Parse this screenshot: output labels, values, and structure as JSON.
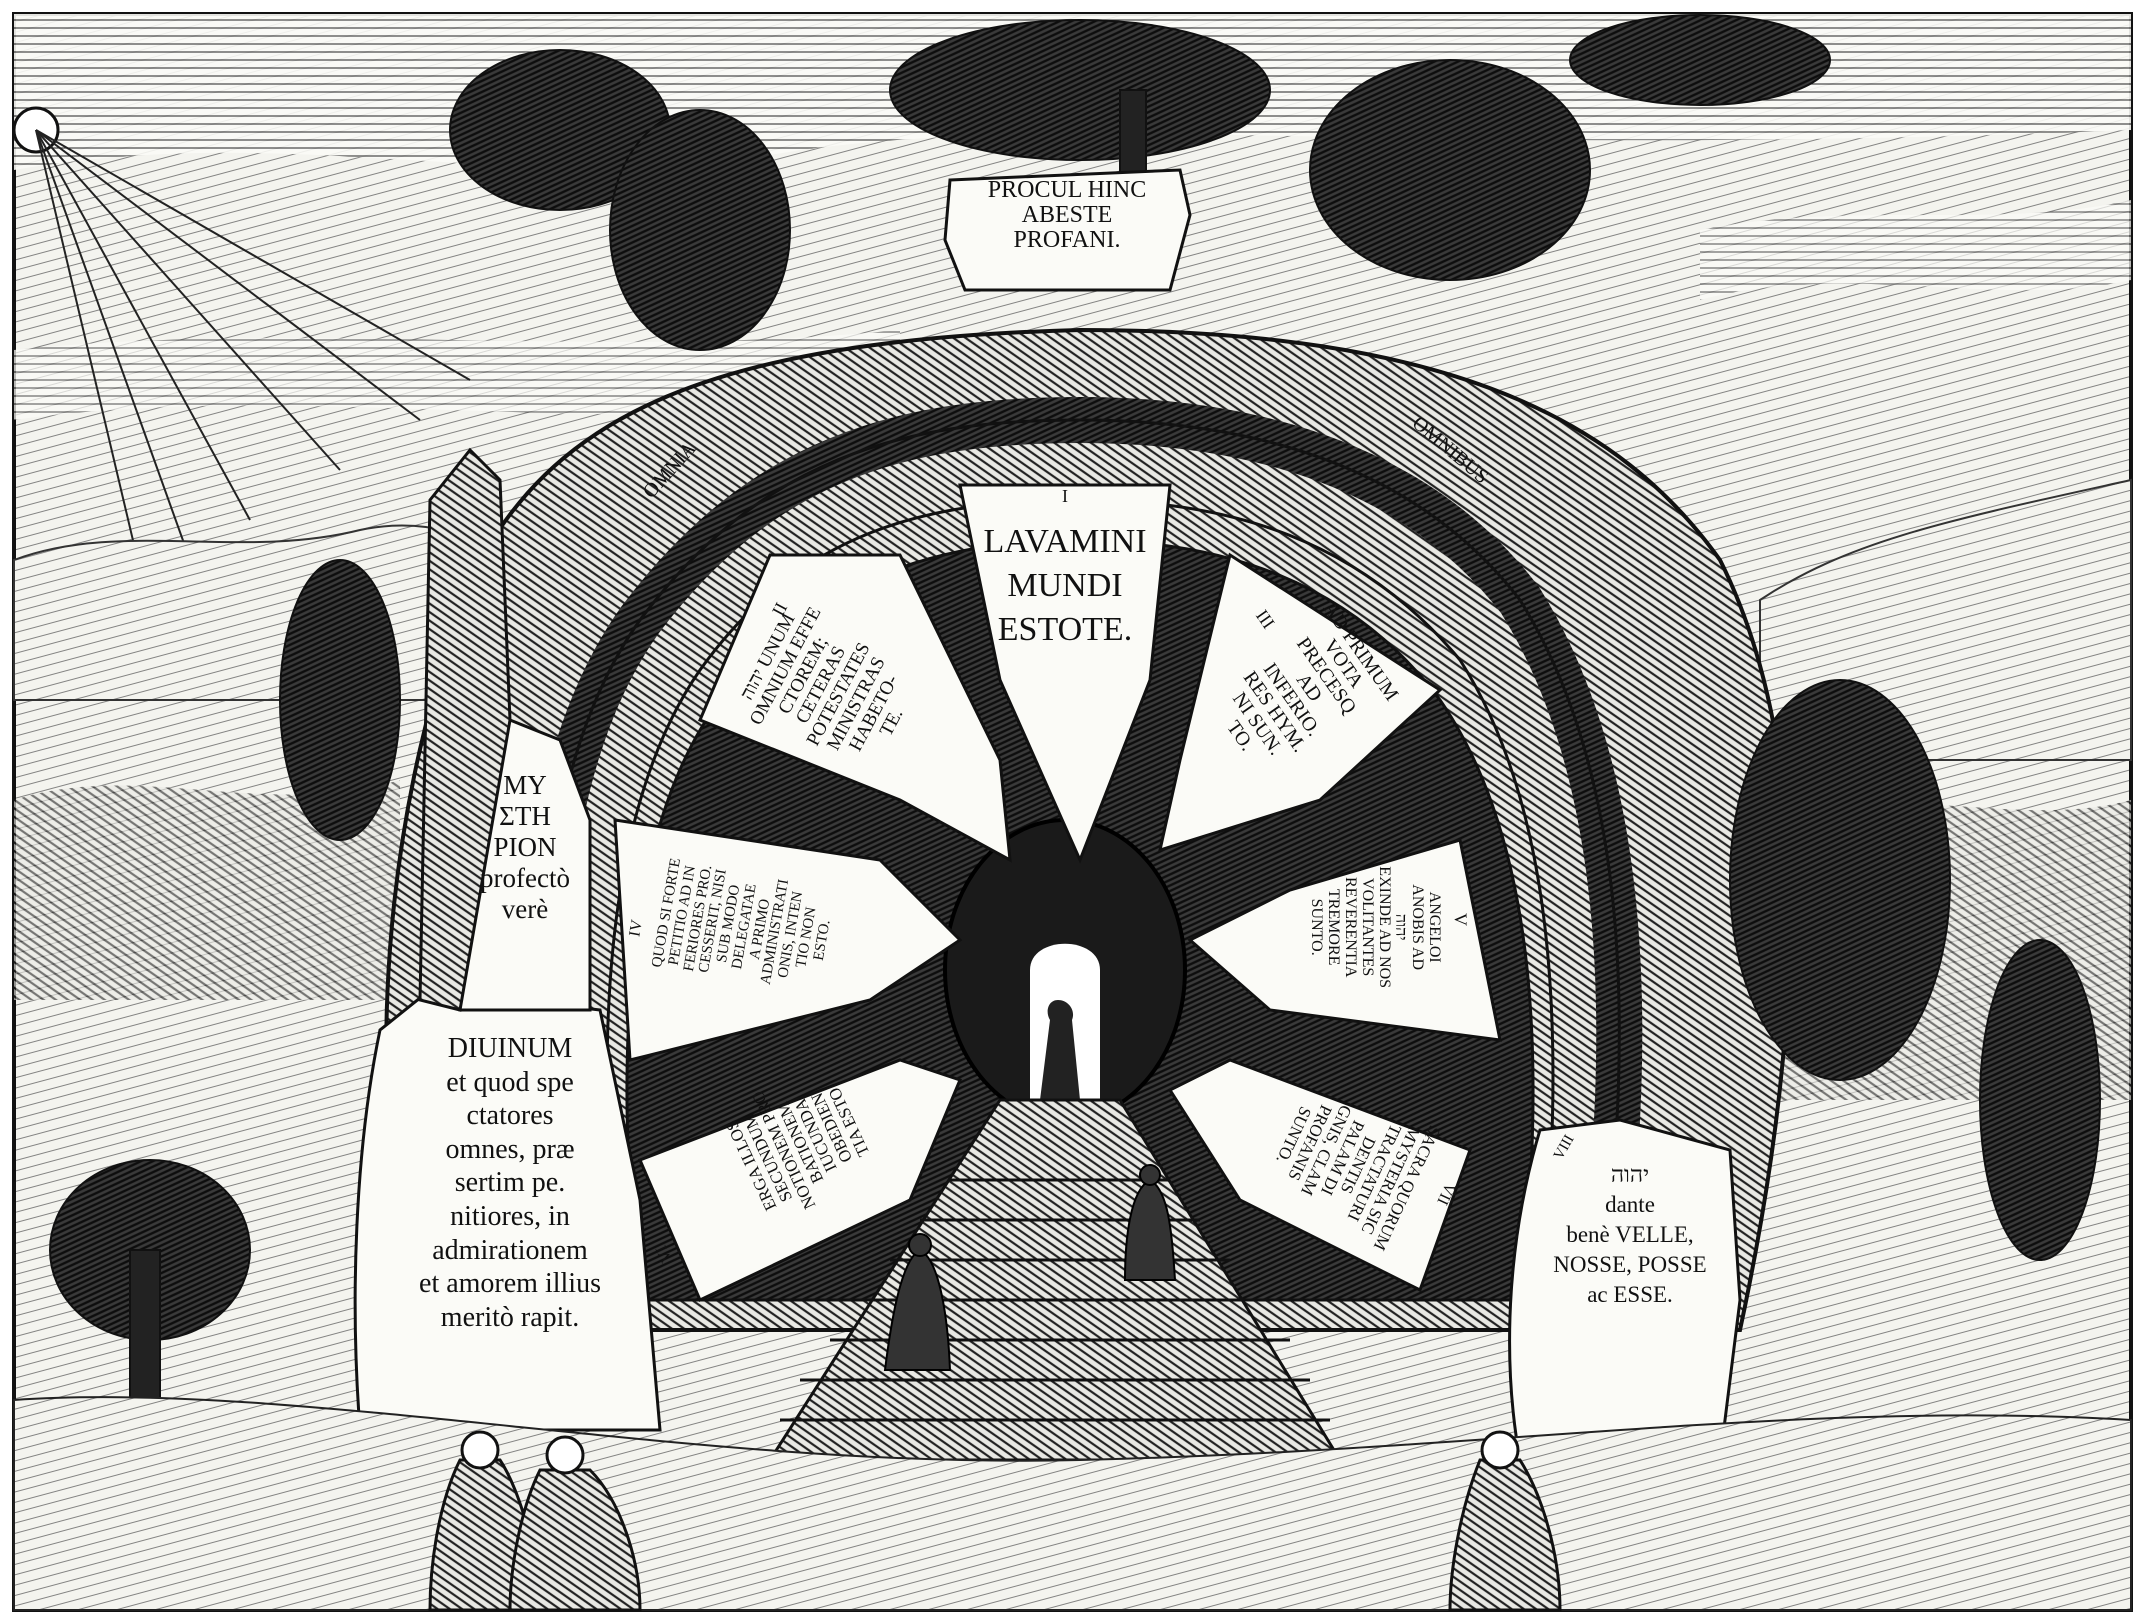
{
  "colors": {
    "ink": "#111111",
    "paper": "#fbfbf7",
    "shade": "#2a2a2a",
    "mid": "#555555"
  },
  "top_banner": "PROCUL HINC\nABESTE\nPROFANI.",
  "arch_left": "OMNIA",
  "arch_right": "OMNIBUS",
  "rays": {
    "center": {
      "numeral": "I",
      "text": "LAVAMINI\nMUNDI\nESTOTE."
    },
    "upper_left": {
      "numeral": "II",
      "text": "יהוה UNUM\nOMNIUM EFFE\nCTOREM;\nCETERAS\nPOTESTATES\nMINISTRAS\nHABETO-\nTE."
    },
    "upper_right": {
      "numeral": "III",
      "text": "AD PRIMUM\nVOTA\nPRECESQ\nAD\nINFERIO.\nRES HYM.\nNI SUN.\nTO."
    },
    "left": {
      "numeral": "IV",
      "text": "QUOD SI FORTE\nPETITIO AD IN\nFERIORES PRO.\nCESSERIT, NISI\nSUB MODO\nDELEGATAE\nA PRIMO\nADMINISTRATI\nONIS, INTEN\nTIO NON\nESTO."
    },
    "right": {
      "numeral": "V",
      "text": "ANGELOI\nANOBIS AD\nיהוה\nEXINDE AD NOS\nVOLITANTES\nREVERENTIA\nTREMORE\nSUNTO."
    },
    "lower_left": {
      "numeral": "VI",
      "text": "ERGA ILLOS\nSECUNDUM\nNOTIONEM PRO\nBATIONEM\nIUCUNDA\nOBEDIEN\nTIA ESTO."
    },
    "lower_right": {
      "numeral": "VII",
      "text": "SACRA QUORUM\nMYSTERIA SIC\nTRACTATURI\nDENTIS\nPALAM DI\nGNIS, CLAM\nPROFANIS\nSUNTO."
    }
  },
  "left_stone_top": "MY\nΣTH\nPION\nprofectò\nverè",
  "left_stone_bottom": "DIUINUM\net quod spe\nctatores\nomnes, præ\nsertim pe.\nnitiores, in\nadmirationem\net amorem illius\nmeritò rapit.",
  "right_stone": {
    "numeral": "VIII",
    "text": "יהוה\ndante\nbenè VELLE,\nNOSSE, POSSE\nac ESSE."
  }
}
